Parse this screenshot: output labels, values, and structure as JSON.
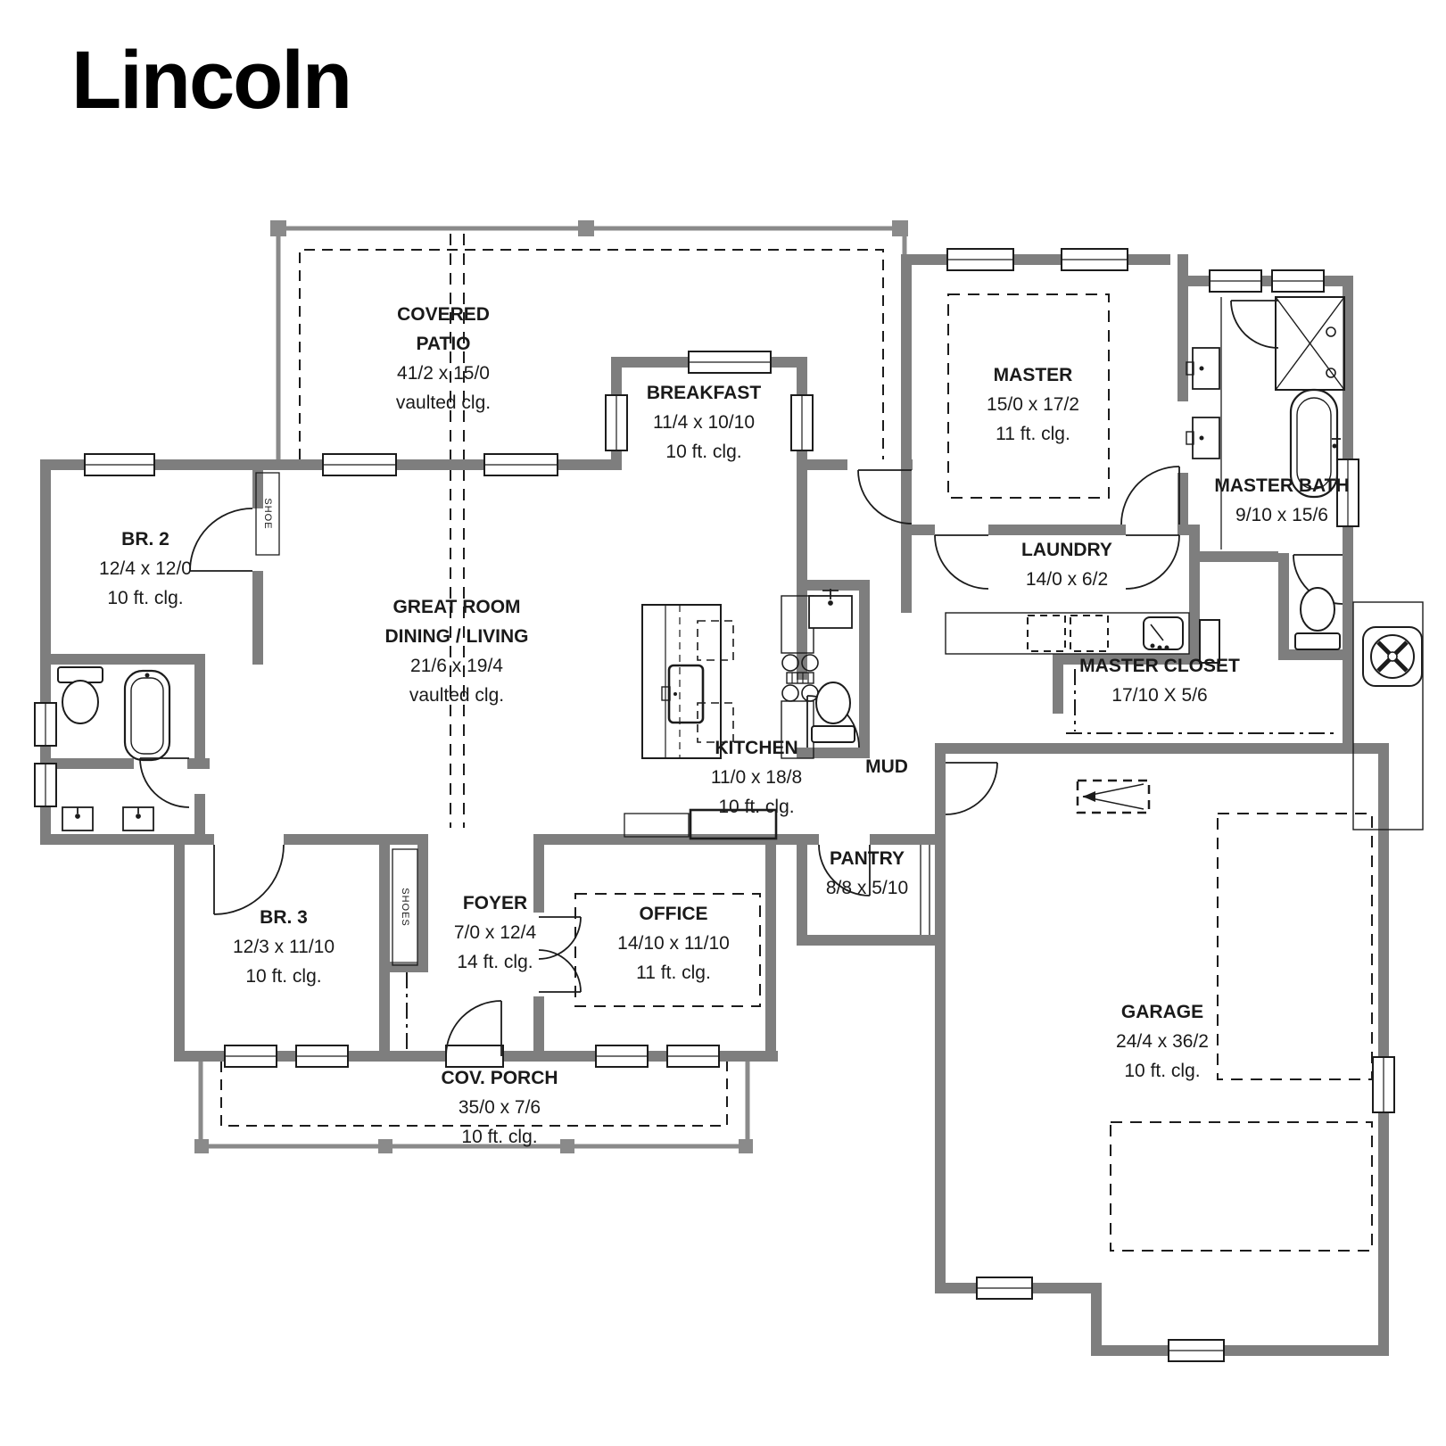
{
  "title": "Lincoln",
  "colors": {
    "wall": "#7e7e7e",
    "line": "#1c1c1c",
    "patio_line": "#8a8a8a",
    "text": "#1a1a1a"
  },
  "rooms": {
    "covered_patio": {
      "lines": [
        "COVERED",
        "PATIO",
        "41/2 x 15/0",
        "vaulted clg."
      ]
    },
    "breakfast": {
      "lines": [
        "BREAKFAST",
        "11/4 x 10/10",
        "10 ft. clg."
      ]
    },
    "master": {
      "lines": [
        "MASTER",
        "15/0 x 17/2",
        "11 ft. clg."
      ]
    },
    "master_bath": {
      "lines": [
        "MASTER BATH",
        "9/10 x 15/6"
      ]
    },
    "br2": {
      "lines": [
        "BR. 2",
        "12/4 x 12/0",
        "10 ft. clg."
      ]
    },
    "great_room": {
      "lines": [
        "GREAT ROOM",
        "DINING / LIVING",
        "21/6 x 19/4",
        "vaulted clg."
      ]
    },
    "laundry": {
      "lines": [
        "LAUNDRY",
        "14/0 x 6/2"
      ]
    },
    "master_closet": {
      "lines": [
        "MASTER CLOSET",
        "17/10 X 5/6"
      ]
    },
    "kitchen": {
      "lines": [
        "KITCHEN",
        "11/0 x 18/8",
        "10 ft. clg."
      ]
    },
    "mud": {
      "lines": [
        "MUD"
      ]
    },
    "pantry": {
      "lines": [
        "PANTRY",
        "8/8 x 5/10"
      ]
    },
    "br3": {
      "lines": [
        "BR. 3",
        "12/3 x 11/10",
        "10 ft. clg."
      ]
    },
    "foyer": {
      "lines": [
        "FOYER",
        "7/0 x 12/4",
        "14 ft. clg."
      ]
    },
    "office": {
      "lines": [
        "OFFICE",
        "14/10 x 11/10",
        "11 ft. clg."
      ]
    },
    "garage": {
      "lines": [
        "GARAGE",
        "24/4 x 36/2",
        "10 ft. clg."
      ]
    },
    "cov_porch": {
      "lines": [
        "COV. PORCH",
        "35/0 x 7/6",
        "10 ft. clg."
      ]
    }
  },
  "closets": {
    "shoe": "SHOE",
    "shoes": "SHOES"
  }
}
